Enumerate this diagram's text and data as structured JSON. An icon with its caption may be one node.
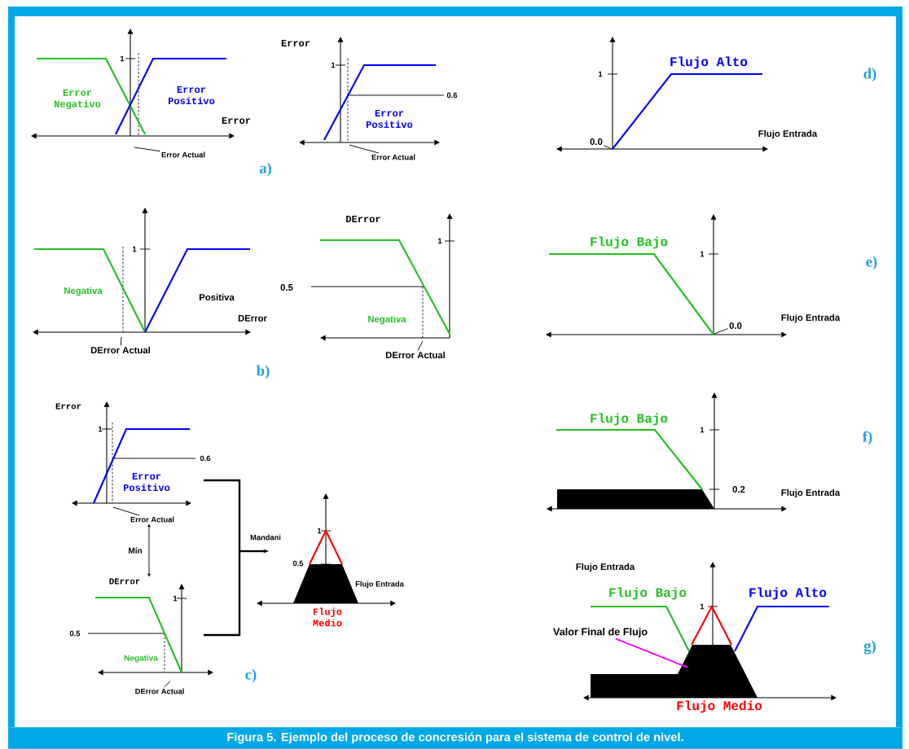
{
  "diagram": {
    "caption": "Figura 5. Ejemplo del proceso de concresión para el sistema de control de nivel.",
    "nodes": [
      {
        "text": [
          "Error Actual"
        ]
      },
      {
        "text": [
          "Error Actual"
        ]
      },
      {
        "text": [
          "DError Actual"
        ]
      },
      {
        "text": [
          "DError Actual"
        ]
      },
      {
        "text": [
          "Error Actual"
        ]
      },
      {
        "text": [
          "DError"
        ]
      },
      {
        "text": [
          "DError Actual"
        ]
      },
      {
        "text": [
          "0.0"
        ]
      },
      {
        "text": [
          "0.0"
        ]
      },
      {
        "text": [
          "Valor Final de Flujo"
        ]
      },
      {
        "text": [],
        "shape": "polygon"
      }
    ],
    "edges": [
      {
        "from": 0,
        "to": null,
        "arrow": "none"
      },
      {
        "from": 1,
        "to": null,
        "arrow": "none"
      },
      {
        "from": 2,
        "to": null,
        "arrow": "none"
      },
      {
        "from": 3,
        "to": null,
        "arrow": "none"
      },
      {
        "from": 4,
        "to": null,
        "arrow": "none"
      },
      {
        "from": 4,
        "to": 5,
        "arrow": "both",
        "label": "Mín"
      },
      {
        "from": 6,
        "to": null,
        "arrow": "none"
      },
      {
        "from": 7,
        "to": null,
        "arrow": "none"
      },
      {
        "from": 8,
        "to": null,
        "arrow": "none"
      },
      {
        "from": 9,
        "to": 10,
        "arrow": "to",
        "color": "#ff00ff"
      }
    ],
    "labels": [
      "1",
      "Error Negativo",
      "Error Positivo",
      "Error",
      "Error",
      "1",
      "0.6",
      "Error Positivo",
      "a)",
      "1",
      "Negativa",
      "Positiva",
      "DError",
      "DError",
      "1",
      "0.5",
      "Negativa",
      "b)",
      "Error",
      "1",
      "0.6",
      "Error Positivo",
      "Mandani",
      "1",
      "0.5",
      "Flujo Entrada",
      "Flujo Medio",
      "1",
      "0.5",
      "Negativa",
      "c)",
      "Flujo Alto",
      "1",
      "Flujo Entrada",
      "d)",
      "Flujo Bajo",
      "1",
      "Flujo Entrada",
      "e)",
      "Flujo Bajo",
      "1",
      "0.2",
      "Flujo Entrada",
      "f)",
      "Flujo Entrada",
      "Flujo Bajo",
      "Flujo Alto",
      "1",
      "Flujo Medio",
      "g)"
    ]
  }
}
